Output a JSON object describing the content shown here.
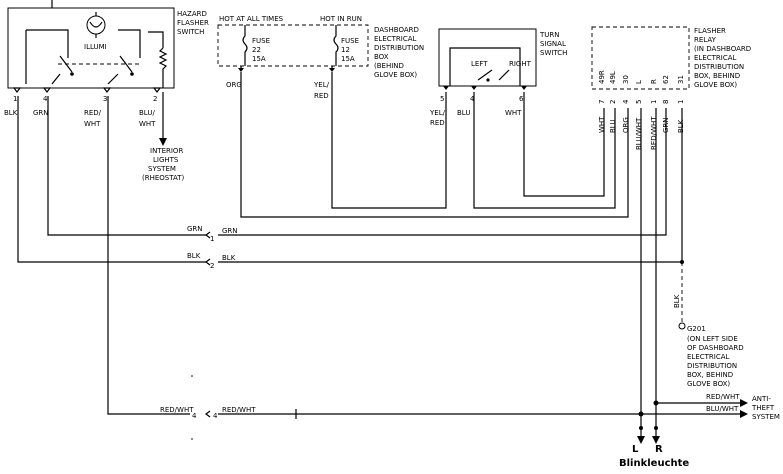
{
  "hazard": {
    "title": [
      "HAZARD",
      "FLASHER",
      "SWITCH"
    ],
    "lamp_label": "ILLUMI",
    "pins": [
      "1",
      "4",
      "3",
      "2"
    ],
    "wires": [
      [
        "BLK"
      ],
      [
        "GRN"
      ],
      [
        "RED/",
        "WHT"
      ],
      [
        "BLU/",
        "WHT"
      ]
    ]
  },
  "interior": {
    "label": [
      "INTERIOR",
      "LIGHTS",
      "SYSTEM",
      "(RHEOSTAT)"
    ]
  },
  "fusebox": {
    "hot_at_all_times": "HOT AT ALL TIMES",
    "hot_in_run": "HOT IN RUN",
    "fuse1": [
      "FUSE",
      "22",
      "15A"
    ],
    "fuse2": [
      "FUSE",
      "12",
      "15A"
    ],
    "label": [
      "DASHBOARD",
      "ELECTRICAL",
      "DISTRIBUTION",
      "BOX",
      "(BEHIND",
      "GLOVE BOX)"
    ],
    "wire1": "ORG",
    "wire2": [
      "YEL/",
      "RED"
    ]
  },
  "turn_signal": {
    "title": [
      "TURN",
      "SIGNAL",
      "SWITCH"
    ],
    "left": "LEFT",
    "right": "RIGHT",
    "pins": [
      "5",
      "4",
      "6"
    ],
    "wires": [
      [
        "YEL/",
        "RED"
      ],
      [
        "BLU"
      ],
      [
        "WHT"
      ]
    ]
  },
  "relay": {
    "title": [
      "FLASHER",
      "RELAY",
      "(IN DASHBOARD",
      "ELECTRICAL",
      "DISTRIBUTION",
      "BOX, BEHIND",
      "GLOVE BOX)"
    ],
    "terminals": [
      "49R",
      "49L",
      "30",
      "L",
      "R",
      "62",
      "31"
    ],
    "pins": [
      "7",
      "2",
      "4",
      "5",
      "1",
      "8",
      "1"
    ],
    "wires": [
      "WHT",
      "BLU",
      "ORG",
      "BLU/WHT",
      "RED/WHT",
      "GRN",
      "BLK"
    ]
  },
  "harness": {
    "grn_left": "GRN",
    "grn_pin": "1",
    "grn_right": "GRN",
    "blk_left": "BLK",
    "blk_pin": "2",
    "blk_right": "BLK",
    "redwht_left": "RED/WHT",
    "redwht_pin": "4",
    "redwht_right": "RED/WHT",
    "bluwht_right": "BLU/WHT"
  },
  "ground": {
    "wire": "BLK",
    "label": [
      "G201",
      "(ON LEFT SIDE",
      "OF DASHBOARD",
      "ELECTRICAL",
      "DISTRIBUTION",
      "BOX, BEHIND",
      "GLOVE BOX)"
    ]
  },
  "antitheft": {
    "label": [
      "ANTI-",
      "THEFT",
      "SYSTEM"
    ],
    "wire1": "RED/WHT",
    "wire2": "BLU/WHT"
  },
  "output": {
    "left": "L",
    "right": "R",
    "caption": "Blinkleuchte"
  }
}
